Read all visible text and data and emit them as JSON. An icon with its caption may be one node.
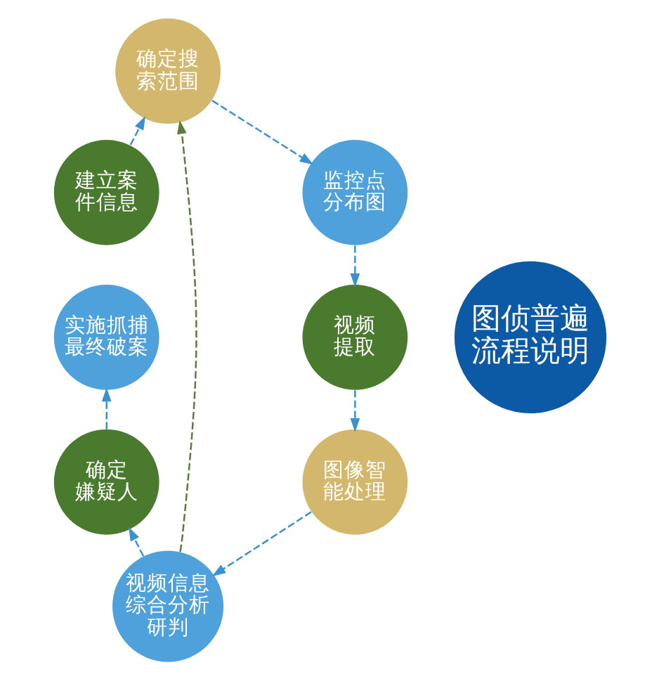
{
  "diagram": {
    "nodes": [
      {
        "text": [
          "确定搜索范围"
        ]
      },
      {
        "text": [
          "建立案件信息"
        ]
      },
      {
        "text": [
          "监控点分布图"
        ]
      },
      {
        "text": [
          "实施抓捕最终破案"
        ]
      },
      {
        "text": [
          "图侦普遍流程说明"
        ]
      },
      {
        "text": [
          "视频提取"
        ]
      },
      {
        "text": [
          "确定嫌疑人"
        ]
      },
      {
        "text": [
          "图像智能处理"
        ]
      },
      {
        "text": [
          "视频信息综合分析研判"
        ]
      }
    ],
    "edges": [
      {
        "from": 1,
        "to": 0,
        "arrow": "to",
        "style": "dashed"
      },
      {
        "from": 0,
        "to": 2,
        "arrow": "to",
        "style": "dashed"
      },
      {
        "from": 2,
        "to": 5,
        "arrow": "to",
        "style": "dashed"
      },
      {
        "from": 5,
        "to": 7,
        "arrow": "to",
        "style": "dashed"
      },
      {
        "from": 7,
        "to": 8,
        "arrow": "to",
        "style": "dashed"
      },
      {
        "from": 8,
        "to": 6,
        "arrow": "to",
        "style": "dashed"
      },
      {
        "from": 6,
        "to": 3,
        "arrow": "to",
        "style": "dashed"
      },
      {
        "from": 8,
        "to": 0,
        "arrow": "to",
        "style": "dashed",
        "color": "#5e7a3c"
      }
    ]
  }
}
